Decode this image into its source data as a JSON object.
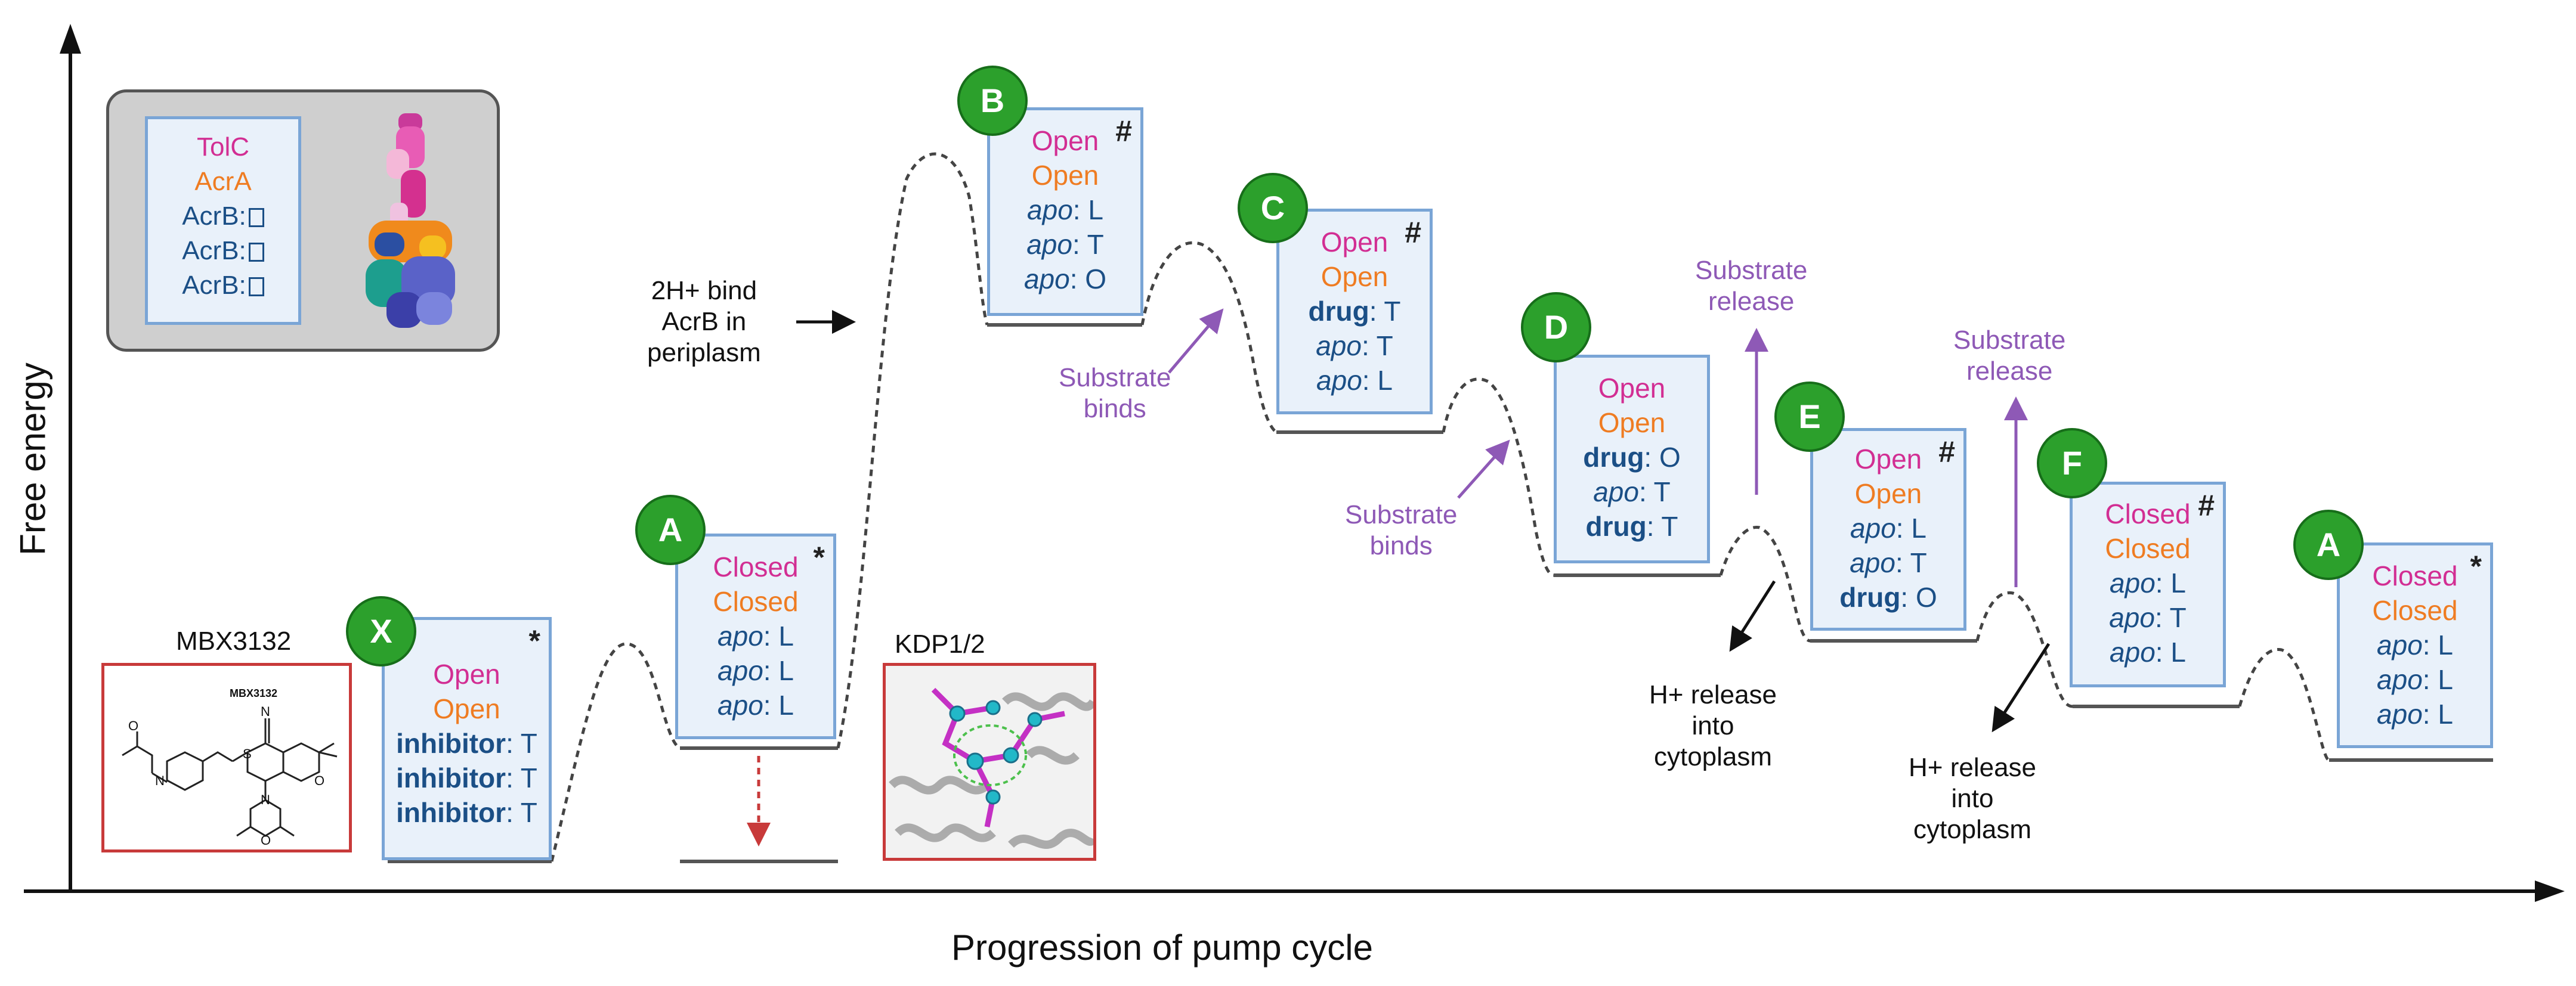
{
  "axes": {
    "y_label": "Free energy",
    "x_label": "Progression of pump cycle"
  },
  "legend": {
    "lines": [
      "TolC",
      "AcrA",
      "AcrB:",
      "AcrB:",
      "AcrB:"
    ]
  },
  "structures": {
    "mbx_label": "MBX3132",
    "mbx_inner_label": "MBX3132",
    "kdp_label": "KDP1/2"
  },
  "states": {
    "X": {
      "letter": "X",
      "mark": "*",
      "l1": "Open",
      "l2": "Open",
      "r1p": "inhibitor",
      "r1s": ": T",
      "r2p": "inhibitor",
      "r2s": ": T",
      "r3p": "inhibitor",
      "r3s": ": T"
    },
    "A1": {
      "letter": "A",
      "mark": "*",
      "l1": "Closed",
      "l2": "Closed",
      "r1p": "apo",
      "r1s": ": L",
      "r2p": "apo",
      "r2s": ": L",
      "r3p": "apo",
      "r3s": ": L"
    },
    "B": {
      "letter": "B",
      "mark": "#",
      "l1": "Open",
      "l2": "Open",
      "r1p": "apo",
      "r1s": ": L",
      "r2p": "apo",
      "r2s": ": T",
      "r3p": "apo",
      "r3s": ": O"
    },
    "C": {
      "letter": "C",
      "mark": "#",
      "l1": "Open",
      "l2": "Open",
      "r1p": "drug",
      "r1s": ": T",
      "r2p": "apo",
      "r2s": ": T",
      "r3p": "apo",
      "r3s": ": L"
    },
    "D": {
      "letter": "D",
      "mark": "",
      "l1": "Open",
      "l2": "Open",
      "r1p": "drug",
      "r1s": ": O",
      "r2p": "apo",
      "r2s": ": T",
      "r3p": "drug",
      "r3s": ": T"
    },
    "E": {
      "letter": "E",
      "mark": "#",
      "l1": "Open",
      "l2": "Open",
      "r1p": "apo",
      "r1s": ": L",
      "r2p": "apo",
      "r2s": ": T",
      "r3p": "drug",
      "r3s": ": O"
    },
    "F": {
      "letter": "F",
      "mark": "#",
      "l1": "Closed",
      "l2": "Closed",
      "r1p": "apo",
      "r1s": ": L",
      "r2p": "apo",
      "r2s": ": T",
      "r3p": "apo",
      "r3s": ": L"
    },
    "A2": {
      "letter": "A",
      "mark": "*",
      "l1": "Closed",
      "l2": "Closed",
      "r1p": "apo",
      "r1s": ": L",
      "r2p": "apo",
      "r2s": ": L",
      "r3p": "apo",
      "r3s": ": L"
    }
  },
  "annotations": {
    "proton_bind": [
      "2H+ bind",
      "AcrB in",
      "periplasm"
    ],
    "substrate_binds_1": [
      "Substrate",
      "binds"
    ],
    "substrate_binds_2": [
      "Substrate",
      "binds"
    ],
    "substrate_release_1": [
      "Substrate",
      "release"
    ],
    "substrate_release_2": [
      "Substrate",
      "release"
    ],
    "h_release_1": [
      "H+ release",
      "into",
      "cytoplasm"
    ],
    "h_release_2": [
      "H+ release",
      "into",
      "cytoplasm"
    ]
  },
  "colors": {
    "green_circle": "#2ca02c",
    "tolc_pink": "#d22e93",
    "acra_orange": "#ef7c22",
    "acrb_blue": "#1b4f86",
    "purple": "#8e59b6",
    "red_arrow": "#c83a3a"
  }
}
